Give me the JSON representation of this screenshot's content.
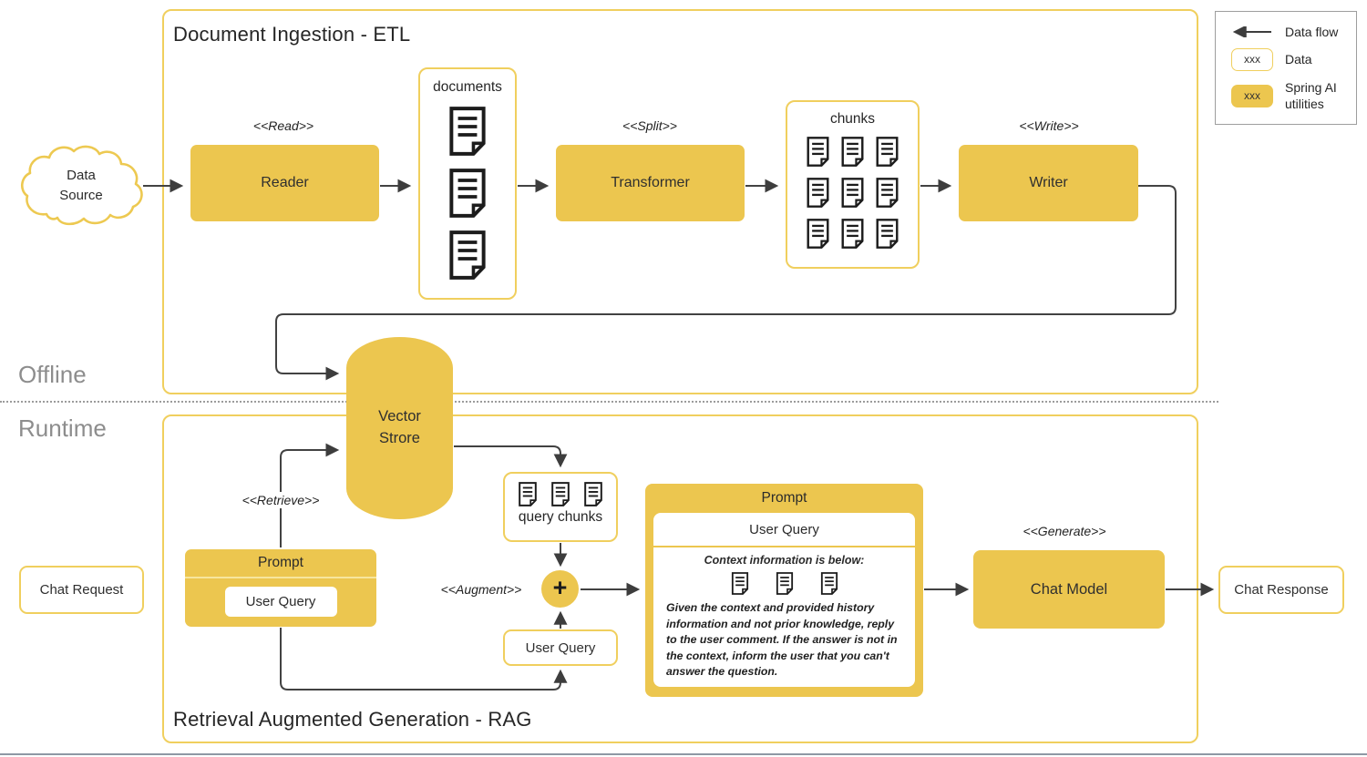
{
  "palette": {
    "yellow_fill": "#ecc64f",
    "yellow_border": "#f0cf5e",
    "line_color": "#424242",
    "text_dark": "#2b2b2b",
    "muted": "#8d8d8d",
    "legend_border": "#9e9e9e",
    "bottom_bar": "#8e98a4"
  },
  "legend": {
    "data_flow_label": "Data flow",
    "data_sample": "xxx",
    "data_label": "Data",
    "spring_sample": "xxx",
    "spring_label": "Spring AI utilities"
  },
  "offline_label": "Offline",
  "runtime_label": "Runtime",
  "etl": {
    "title": "Document Ingestion - ETL",
    "data_source": {
      "line1": "Data",
      "line2": "Source"
    },
    "read_stereotype": "<<Read>>",
    "reader": "Reader",
    "documents_label": "documents",
    "split_stereotype": "<<Split>>",
    "transformer": "Transformer",
    "chunks_label": "chunks",
    "write_stereotype": "<<Write>>",
    "writer": "Writer"
  },
  "vector_store": {
    "line1": "Vector",
    "line2": "Strore"
  },
  "rag": {
    "title": "Retrieval Augmented Generation - RAG",
    "chat_request": "Chat Request",
    "retrieve_stereotype": "<<Retrieve>>",
    "prompt_small": {
      "title": "Prompt",
      "user_query": "User Query"
    },
    "query_chunks_label": "query chunks",
    "augment_stereotype": "<<Augment>>",
    "plus_symbol": "+",
    "user_query_box": "User Query",
    "prompt_large": {
      "title": "Prompt",
      "user_query": "User Query",
      "context_heading": "Context information is below:",
      "instructions": "Given the context and provided history information and not prior knowledge, reply to the user comment. If the answer is not in the context, inform the user that you can't answer the question."
    },
    "generate_stereotype": "<<Generate>>",
    "chat_model": "Chat Model",
    "chat_response": "Chat Response"
  }
}
